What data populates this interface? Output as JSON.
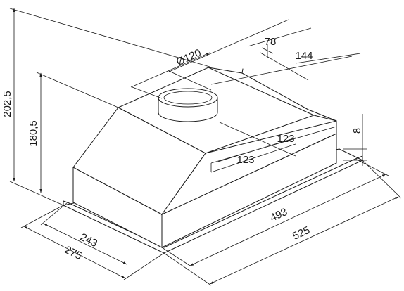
{
  "drawing": {
    "dimensions": {
      "total_height": "202,5",
      "body_height": "180,5",
      "duct_diameter": "Ø120",
      "duct_offset": "78",
      "duct_depth_offset": "144",
      "inner_depth": "123",
      "inner_width": "123",
      "flange_height": "8",
      "inner_length": "493",
      "outer_length": "525",
      "inner_depth_total": "243",
      "outer_depth_total": "275"
    }
  }
}
